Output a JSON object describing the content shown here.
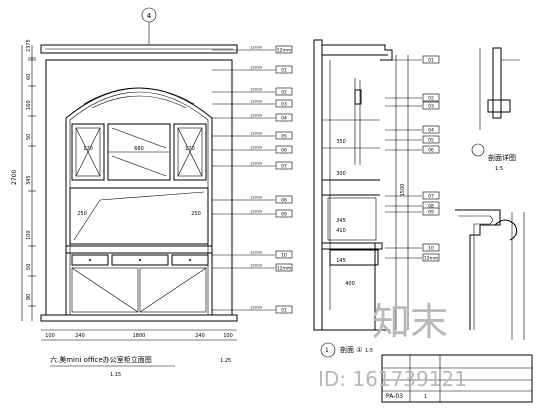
{
  "drawing": {
    "grid_marker": "4",
    "main_caption": "六.美mini office办公室柜立面图",
    "main_scale": "1:25",
    "main_scale_sub": "1:15",
    "section_caption": "剖面 ①",
    "section_scale": "1:5",
    "detail_caption": "剖面详图",
    "detail_scale": "1:5",
    "section_marker": "1"
  },
  "left_dims_vertical": [
    "2375",
    "60",
    "160",
    "50",
    "345",
    "100",
    "50",
    "80"
  ],
  "left_dim_total": "2700",
  "bottom_dims": [
    "100",
    "240",
    "1800",
    "240",
    "100"
  ],
  "inner_dims": [
    "170",
    "680",
    "170",
    "250",
    "250"
  ],
  "leader_labels": [
    "12mm",
    "01",
    "02",
    "03",
    "04",
    "05",
    "06",
    "07",
    "08",
    "09",
    "10"
  ],
  "section_dims": [
    "350",
    "300",
    "345",
    "410",
    "145",
    "400",
    "1500"
  ],
  "title_block": {
    "sheet": "PA-03",
    "index": "1"
  },
  "watermark": {
    "brand": "知末",
    "id_label": "ID: 161739121"
  }
}
